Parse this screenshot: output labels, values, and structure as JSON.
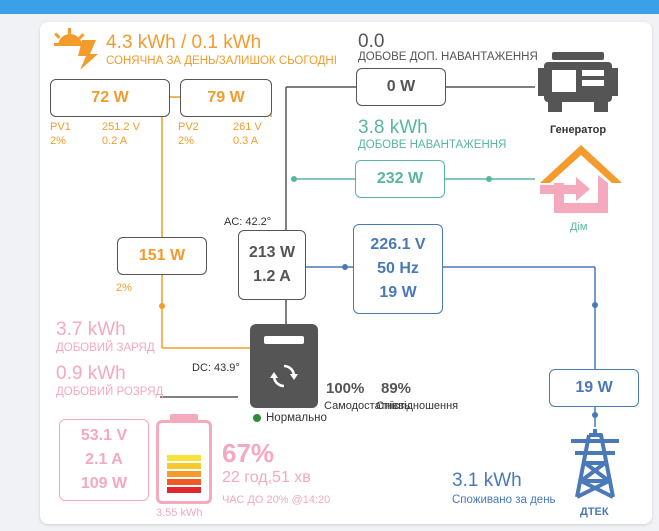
{
  "colors": {
    "solar": "#f39c2d",
    "grid_green": "#5ab5a0",
    "inverter_line": "#555555",
    "blue": "#4a79b8",
    "battery_pink": "#f4a9bd",
    "status_ok": "#2e8b3a"
  },
  "solar": {
    "daily": "4.3 kWh / 0.1 kWh",
    "daily_label": "СОНЯЧНА ЗА ДЕНЬ/ЗАЛИШОК СЬОГОДНІ",
    "pv1": {
      "power": "72 W",
      "name": "PV1",
      "voltage": "251.2 V",
      "percent": "2%",
      "current": "0.2 A"
    },
    "pv2": {
      "power": "79 W",
      "name": "PV2",
      "voltage": "261 V",
      "percent": "2%",
      "current": "0.3 A"
    },
    "total_power": "151 W",
    "total_percent": "2%",
    "icon": "sun-icon"
  },
  "aux_load": {
    "daily": "0.0",
    "daily_label": "ДОБОВЕ ДОП. НАВАНТАЖЕННЯ",
    "power": "0 W",
    "generator_label": "Генератор",
    "icon": "generator-icon"
  },
  "home_load": {
    "daily": "3.8 kWh",
    "daily_label": "ДОБОВЕ НАВАНТАЖЕННЯ",
    "power": "232 W",
    "home_label": "Дім",
    "icon": "home-icon"
  },
  "inverter": {
    "ac_temp": "AC: 42.2°",
    "power": "213 W",
    "current": "1.2 A",
    "dc_temp": "DC: 43.9°",
    "status": "Нормально",
    "self_sufficiency": "100%",
    "self_sufficiency_label": "Самодостатність",
    "ratio": "89%",
    "ratio_label": "Співвідношення",
    "icon": "inverter-icon"
  },
  "grid": {
    "voltage": "226.1 V",
    "frequency": "50 Hz",
    "power": "19 W",
    "meter_power": "19 W",
    "daily": "3.1 kWh",
    "daily_label": "Споживано за день",
    "name": "ДТЕК",
    "icon": "pylon-icon"
  },
  "battery": {
    "charge_daily": "3.7 kWh",
    "charge_label": "ДОБОВИЙ ЗАРЯД",
    "discharge_daily": "0.9 kWh",
    "discharge_label": "ДОБОВИЙ РОЗРЯД",
    "voltage": "53.1 V",
    "current": "2.1 A",
    "power": "109 W",
    "capacity": "3.55 kWh",
    "soc": "67%",
    "soc_fraction": 0.67,
    "time_remaining": "22 год,51 хв",
    "time_label": "ЧАС ДО 20% @14:20",
    "icon": "battery-icon"
  }
}
